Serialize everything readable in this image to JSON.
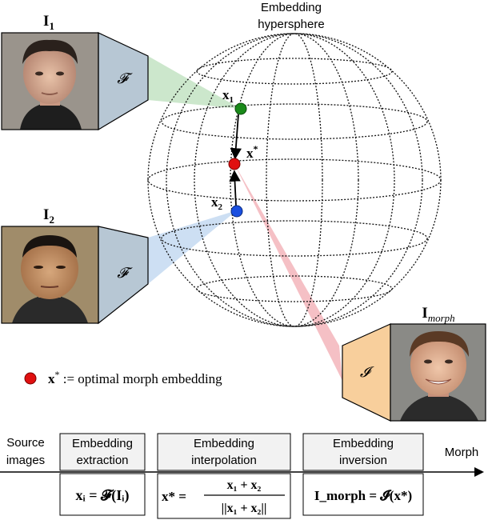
{
  "sphere": {
    "title_line1": "Embedding",
    "title_line2": "hypersphere"
  },
  "inputs": [
    {
      "label": "I",
      "sub": "1",
      "encoder": "𝓕"
    },
    {
      "label": "I",
      "sub": "2",
      "encoder": "𝓕"
    }
  ],
  "points": [
    {
      "label": "x",
      "sub": "1",
      "color": "#1a8a1a"
    },
    {
      "label": "x",
      "sup": "*",
      "color": "#e01010"
    },
    {
      "label": "x",
      "sub": "2",
      "color": "#1a4fe0"
    }
  ],
  "output": {
    "label": "I",
    "sub": "morph",
    "decoder": "𝓘"
  },
  "legend": {
    "symbol": "x",
    "sup": "*",
    "text": " := optimal morph embedding",
    "color": "#e01010"
  },
  "pipeline": {
    "start_line1": "Source",
    "start_line2": "images",
    "end": "Morph",
    "stages": [
      {
        "line1": "Embedding",
        "line2": "extraction",
        "formula": "xᵢ = 𝓕(Iᵢ)"
      },
      {
        "line1": "Embedding",
        "line2": "interpolation",
        "formula_lhs": "x* =",
        "numerator": "x₁ + x₂",
        "denominator": "||x₁ + x₂||"
      },
      {
        "line1": "Embedding",
        "line2": "inversion",
        "formula": "I_morph = 𝓘(x*)"
      }
    ]
  },
  "colors": {
    "encoder_fill": "#b7c7d4",
    "decoder_fill": "#f8cf9c",
    "green_beam": "#c6e4c6",
    "blue_beam": "#c8dcf2",
    "red_beam": "#f4b9bf",
    "stage_header": "#f2f2f2"
  }
}
